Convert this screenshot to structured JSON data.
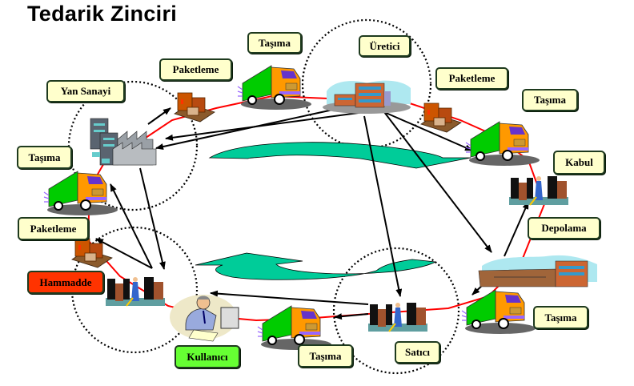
{
  "title": "Tedarik Zinciri",
  "colors": {
    "label_fill": "#ffffcc",
    "raw_material_fill": "#ff3300",
    "customer_fill": "#66ff33",
    "flow_line": "#ff0000",
    "cycle_arrow": "#00cc99",
    "truck_body": "#00cc00",
    "truck_cab": "#ff9900"
  },
  "labels": {
    "tasima_top": "Taşıma",
    "uretici": "Üretici",
    "paketleme_top_left": "Paketleme",
    "yan_sanayi": "Yan Sanayi",
    "paketleme_top_right": "Paketleme",
    "tasima_top_right": "Taşıma",
    "kabul": "Kabul",
    "tasima_left": "Taşıma",
    "paketleme_left": "Paketleme",
    "depolama": "Depolama",
    "hammadde": "Hammadde",
    "tasima_right": "Taşıma",
    "kullanici": "Kullanıcı",
    "tasima_bottom": "Taşıma",
    "satici": "Satıcı"
  },
  "icons": [
    "factory-icon",
    "industrial-park-icon",
    "truck-icon",
    "pallet-boxes-icon",
    "warehouse-icon",
    "warehouse-building-icon",
    "office-worker-icon",
    "cycle-arrow-icon"
  ]
}
